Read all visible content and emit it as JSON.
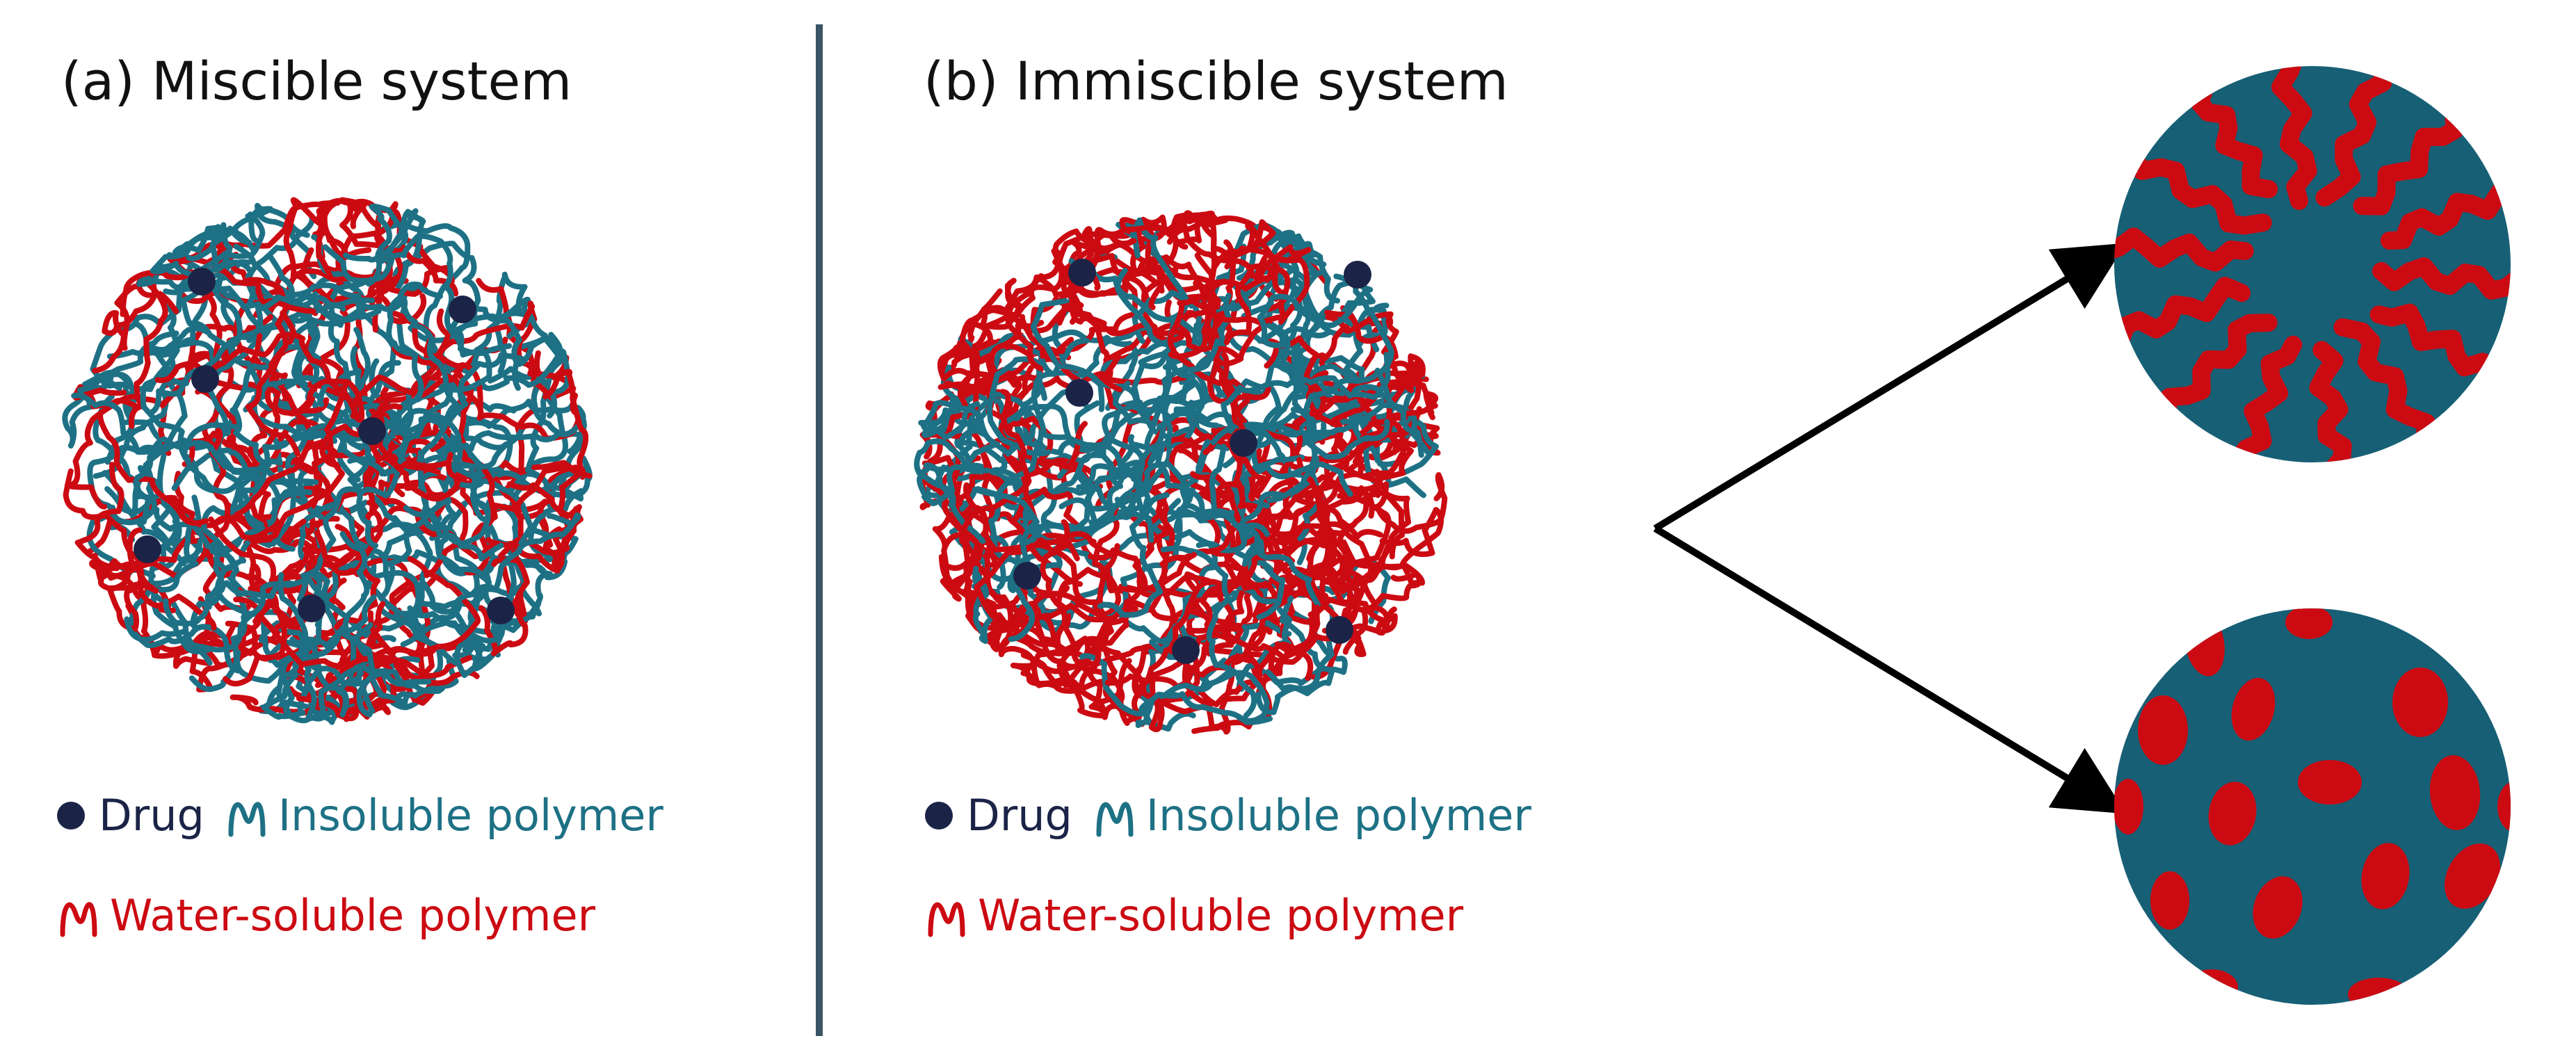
{
  "colors": {
    "teal": "#1e7185",
    "red": "#cc0a12",
    "drug": "#1b2447",
    "divider": "#3b5566",
    "arrow": "#000000",
    "circle_fill": "#175f75",
    "text_dark": "#111111"
  },
  "panel_a": {
    "title": "(a) Miscible system",
    "legend": {
      "drug": "Drug",
      "insoluble": "Insoluble polymer",
      "water_soluble": "Water-soluble polymer"
    }
  },
  "panel_b": {
    "title": "(b) Immiscible system",
    "legend": {
      "drug": "Drug",
      "insoluble": "Insoluble polymer",
      "water_soluble": "Water-soluble polymer"
    }
  },
  "icons": {
    "drug_marker": "filled-circle",
    "polymer_marker": "squiggle-m",
    "arrow": "arrowhead"
  }
}
